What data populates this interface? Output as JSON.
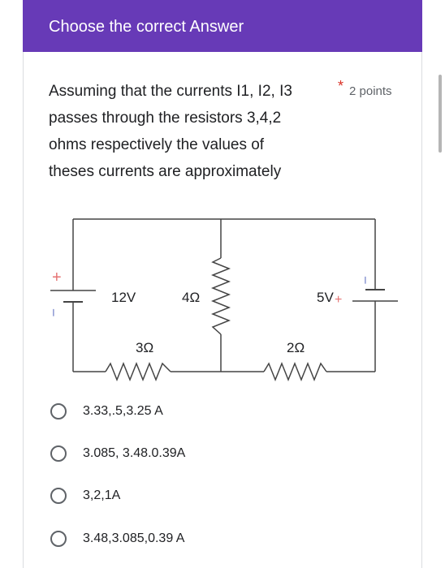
{
  "header": {
    "title": "Choose the correct Answer"
  },
  "question": {
    "lines": [
      "Assuming that the currents I1, I2, I3",
      "passes through the resistors 3,4,2",
      "ohms respectively the values of",
      "theses currents are approximately"
    ],
    "required_mark": "*",
    "points": "2 points"
  },
  "circuit": {
    "labels": {
      "v12": "12V",
      "r4": "4Ω",
      "v5": "5V",
      "r3": "3Ω",
      "r2": "2Ω",
      "plus_left": "+",
      "minus_left": "−",
      "plus_right": "+",
      "minus_right": "−"
    }
  },
  "options": [
    {
      "label": "3.33,.5,3.25 A"
    },
    {
      "label": "3.085, 3.48.0.39A"
    },
    {
      "label": "3,2,1A"
    },
    {
      "label": "3.48,3.085,0.39 A"
    }
  ],
  "colors": {
    "header": "#673ab7",
    "required": "#d93025",
    "plus_mark": "#e57373"
  }
}
